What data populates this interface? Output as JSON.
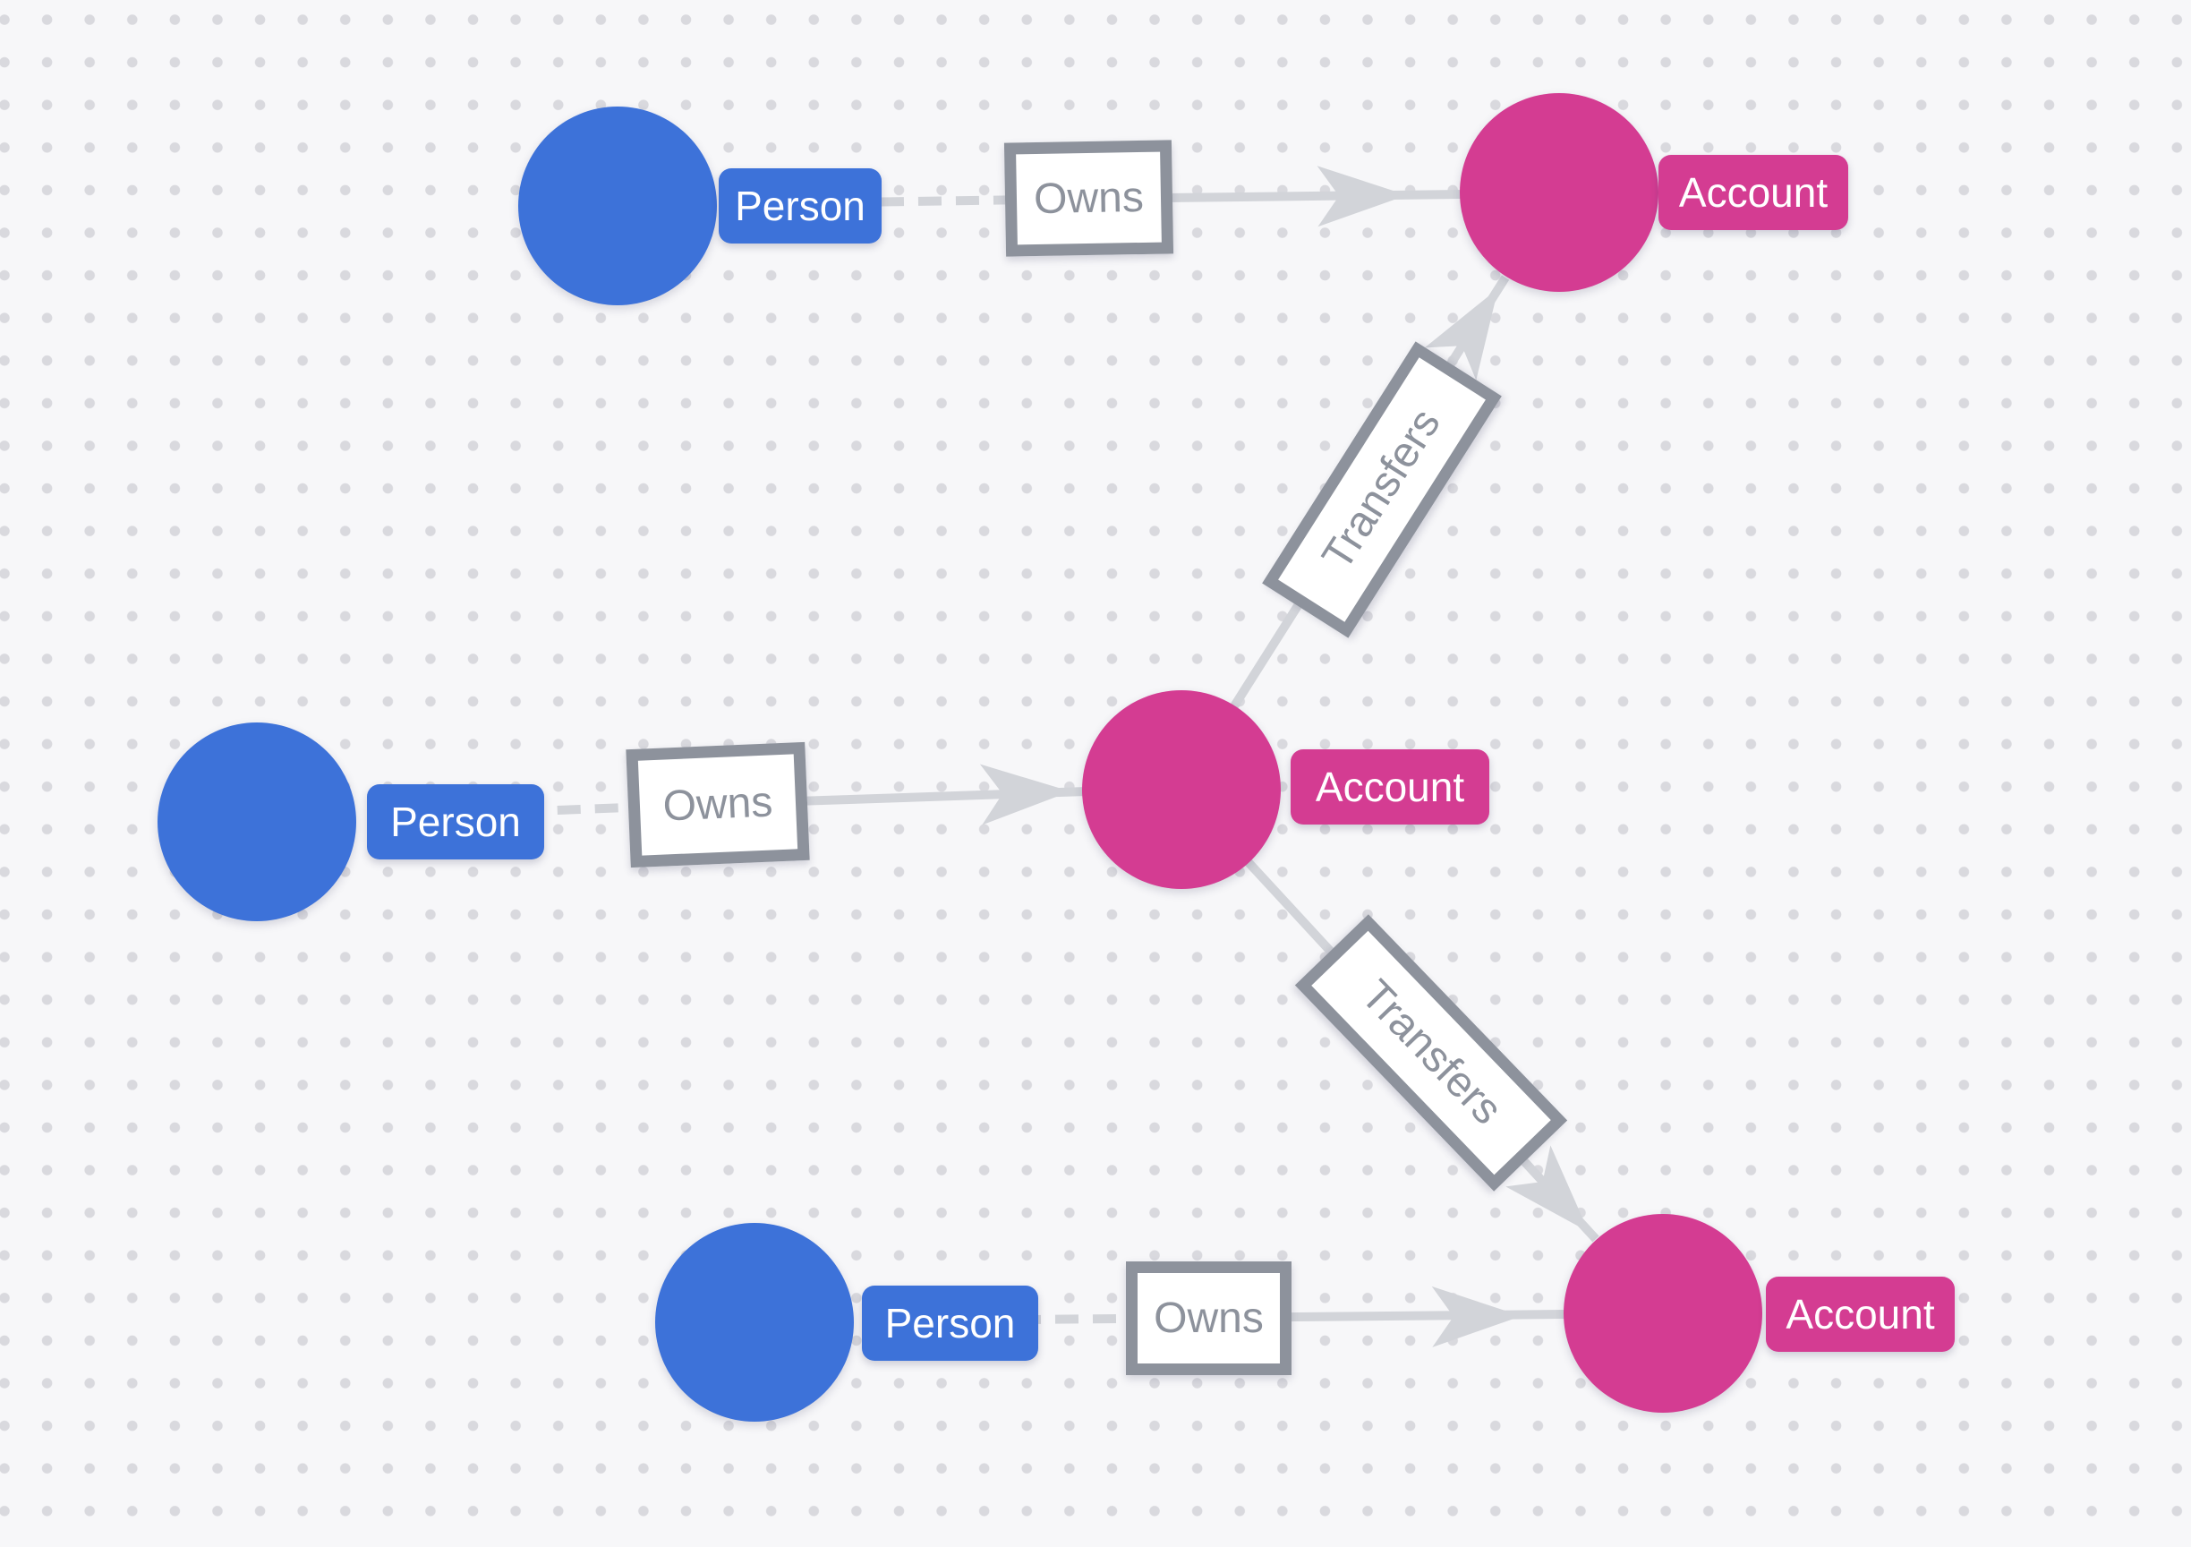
{
  "theme": {
    "person_color": "#3d72d9",
    "account_color": "#d43c92",
    "edge_color": "#d2d4d9",
    "box_border_color": "#8d929c",
    "box_text_color": "#8d929c",
    "box_fill": "#ffffff",
    "label_text_color": "#ffffff",
    "canvas_bg": "#f7f7f9",
    "dot_color": "#d9d9de"
  },
  "nodes": [
    {
      "id": "person-1",
      "type": "Person",
      "label": "Person"
    },
    {
      "id": "person-2",
      "type": "Person",
      "label": "Person"
    },
    {
      "id": "person-3",
      "type": "Person",
      "label": "Person"
    },
    {
      "id": "account-1",
      "type": "Account",
      "label": "Account"
    },
    {
      "id": "account-2",
      "type": "Account",
      "label": "Account"
    },
    {
      "id": "account-3",
      "type": "Account",
      "label": "Account"
    }
  ],
  "relationships": [
    {
      "id": "owns-1",
      "label": "Owns",
      "from": "person-1",
      "to": "account-1"
    },
    {
      "id": "owns-2",
      "label": "Owns",
      "from": "person-2",
      "to": "account-2"
    },
    {
      "id": "owns-3",
      "label": "Owns",
      "from": "person-3",
      "to": "account-3"
    },
    {
      "id": "transfers-1",
      "label": "Transfers",
      "from": "account-2",
      "to": "account-1"
    },
    {
      "id": "transfers-2",
      "label": "Transfers",
      "from": "account-2",
      "to": "account-3"
    }
  ]
}
